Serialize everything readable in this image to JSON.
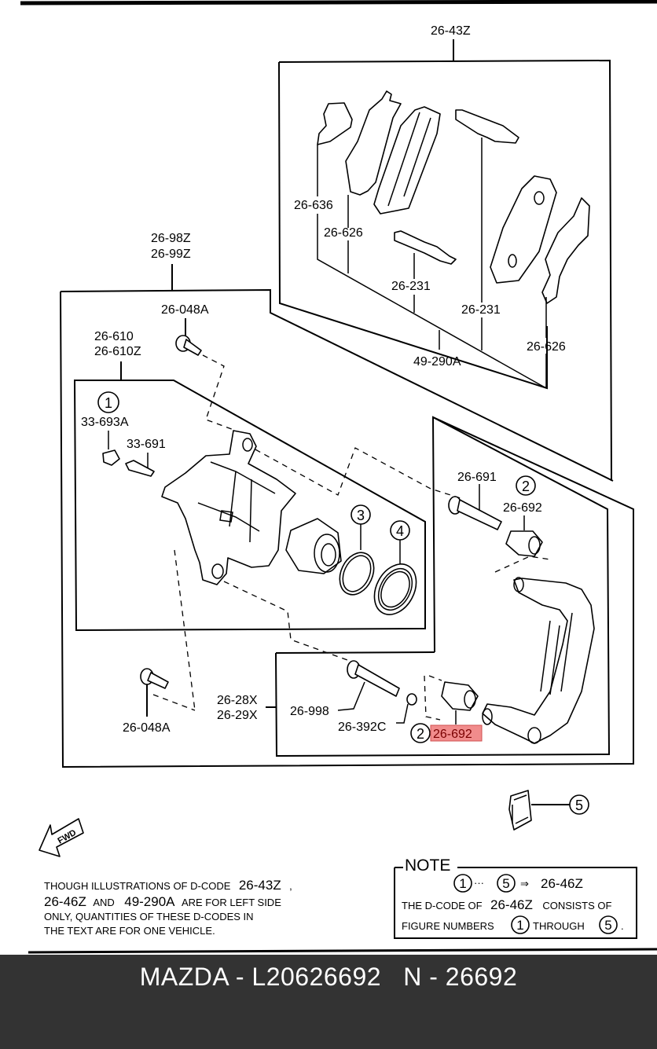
{
  "diagram": {
    "assemblies": {
      "brake_pad_set": "26-43Z",
      "caliper_assy_a": "26-98Z",
      "caliper_assy_b": "26-99Z",
      "caliper_body_a": "26-610",
      "caliper_body_b": "26-610Z",
      "bracket_assy_a": "26-28X",
      "bracket_assy_b": "26-29X"
    },
    "parts": {
      "shim_inner": "26-636",
      "shim_left": "26-626",
      "clip_left": "26-231",
      "pad_kit": "49-290A",
      "clip_right": "26-231",
      "shim_right": "26-626",
      "bolt_top": "26-048A",
      "bleeder_cap": "33-693A",
      "bleeder_screw": "33-691",
      "guide_pin_upper": "26-691",
      "boot_upper": "26-692",
      "guide_pin_lower": "26-998",
      "bushing": "26-392C",
      "boot_lower_highlighted": "26-692",
      "bolt_bottom": "26-048A"
    },
    "callouts": {
      "c1": "1",
      "c2_upper": "2",
      "c2_lower": "2",
      "c3": "3",
      "c4": "4",
      "c5": "5"
    },
    "highlight_color": "#f08080",
    "fwd_label": "FWD",
    "disclaimer": {
      "line1_a": "THOUGH ILLUSTRATIONS OF D-CODE",
      "line1_b": "26-43Z",
      "line1_c": ",",
      "line2_a": "26-46Z",
      "line2_b": "AND",
      "line2_c": "49-290A",
      "line2_d": "ARE FOR LEFT SIDE",
      "line3": "ONLY, QUANTITIES OF THESE D-CODES IN",
      "line4": "THE TEXT ARE FOR ONE VEHICLE."
    },
    "note": {
      "title": "NOTE",
      "range_start": "1",
      "range_dots": "···",
      "range_end": "5",
      "arrow": "⇒",
      "kit_code": "26-46Z",
      "line2_a": "THE D-CODE OF",
      "line2_b": "26-46Z",
      "line2_c": "CONSISTS OF",
      "line3_a": "FIGURE NUMBERS",
      "line3_b": "1",
      "line3_c": "THROUGH",
      "line3_d": "5",
      "line3_e": "."
    }
  },
  "footer": {
    "title": "MAZDA - L20626692   N - 26692"
  }
}
